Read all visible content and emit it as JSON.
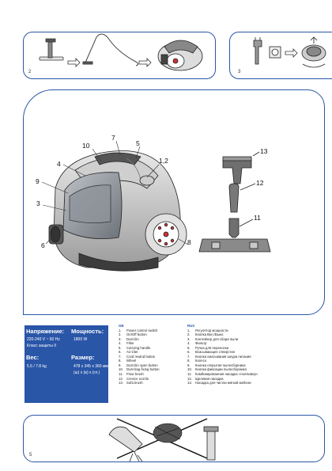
{
  "panels": {
    "p2": "2",
    "p3": "3",
    "p5": "5"
  },
  "labels": [
    "10",
    "7",
    "5",
    "4",
    "1,2",
    "9",
    "3",
    "6",
    "8",
    "13",
    "12",
    "11"
  ],
  "specs": {
    "voltage_label": "Напряжение:",
    "voltage_value": "220-240 V ~ 50 Hz",
    "protection_class": "Класс защиты II",
    "power_label": "Мощность:",
    "power_value": "1800 W",
    "weight_label": "Вес:",
    "weight_value": "5.5 / 7.8 kg",
    "size_label": "Размер:",
    "size_value": "478 x 345 x 360 мм",
    "size_dims": "(ш) x (в) x (гл.)"
  },
  "legend_gb": {
    "title": "GB",
    "items": [
      {
        "n": "1.",
        "t": "Power control switch"
      },
      {
        "n": "2.",
        "t": "On/Off button"
      },
      {
        "n": "3.",
        "t": "Dust bin"
      },
      {
        "n": "4.",
        "t": "Filter"
      },
      {
        "n": "5.",
        "t": "Carrying handle"
      },
      {
        "n": "6.",
        "t": "Air inlet"
      },
      {
        "n": "7.",
        "t": "Cord rewind button"
      },
      {
        "n": "8.",
        "t": "Wheel"
      },
      {
        "n": "9.",
        "t": "Dust bin open button"
      },
      {
        "n": "10.",
        "t": "Dust bag fixing button"
      },
      {
        "n": "11.",
        "t": "Floor brush"
      },
      {
        "n": "12.",
        "t": "Crevice nozzle"
      },
      {
        "n": "13.",
        "t": "Sofa brush"
      }
    ]
  },
  "legend_rus": {
    "title": "RUS",
    "items": [
      {
        "n": "1.",
        "t": "Регулятор мощности"
      },
      {
        "n": "2.",
        "t": "Кнопка Вкл./Выкл."
      },
      {
        "n": "3.",
        "t": "Контейнер для сбора пыли"
      },
      {
        "n": "4.",
        "t": "Фильтр"
      },
      {
        "n": "5.",
        "t": "Ручка для переноски"
      },
      {
        "n": "6.",
        "t": "Всасывающее отверстие"
      },
      {
        "n": "7.",
        "t": "Кнопка сматывания шнура питания"
      },
      {
        "n": "8.",
        "t": "Колесо"
      },
      {
        "n": "9.",
        "t": "Кнопка открытия пылесборника"
      },
      {
        "n": "10.",
        "t": "Кнопка фиксации пылесборника"
      },
      {
        "n": "11.",
        "t": "Комбинированная насадка «пол/ковер»"
      },
      {
        "n": "12.",
        "t": "Щелевая насадка"
      },
      {
        "n": "13.",
        "t": "Насадка для чистки мягкой мебели"
      }
    ]
  }
}
